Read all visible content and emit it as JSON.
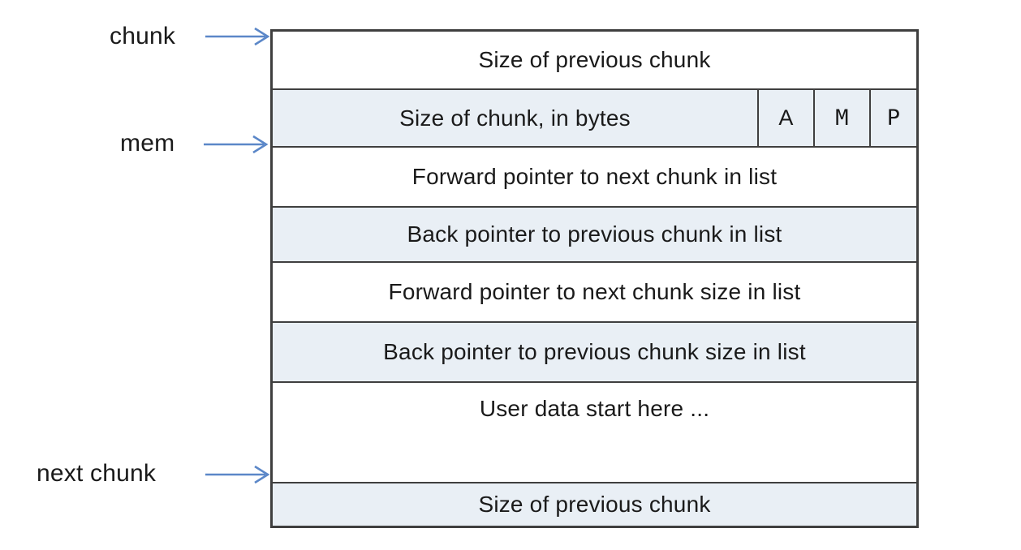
{
  "colors": {
    "row_background": "#ffffff",
    "row_shaded_background": "#e9eff5",
    "border": "#3f3f3f",
    "arrow": "#5b87c8",
    "text": "#1a1a1a"
  },
  "pointers": {
    "chunk": {
      "label": "chunk"
    },
    "mem": {
      "label": "mem"
    },
    "next_chunk": {
      "label": "next chunk"
    }
  },
  "rows": [
    {
      "text": "Size of previous chunk",
      "shaded": false
    },
    {
      "text": "Size of chunk, in bytes",
      "shaded": true,
      "flags": [
        "A",
        "M",
        "P"
      ]
    },
    {
      "text": "Forward pointer to next chunk in list",
      "shaded": false
    },
    {
      "text": "Back pointer to previous chunk in list",
      "shaded": true
    },
    {
      "text": "Forward pointer to next chunk size in list",
      "shaded": false
    },
    {
      "text": "Back pointer to previous chunk size in list",
      "shaded": true
    },
    {
      "text": "User data start here ...",
      "shaded": false
    },
    {
      "text": "Size of previous chunk",
      "shaded": true
    }
  ]
}
